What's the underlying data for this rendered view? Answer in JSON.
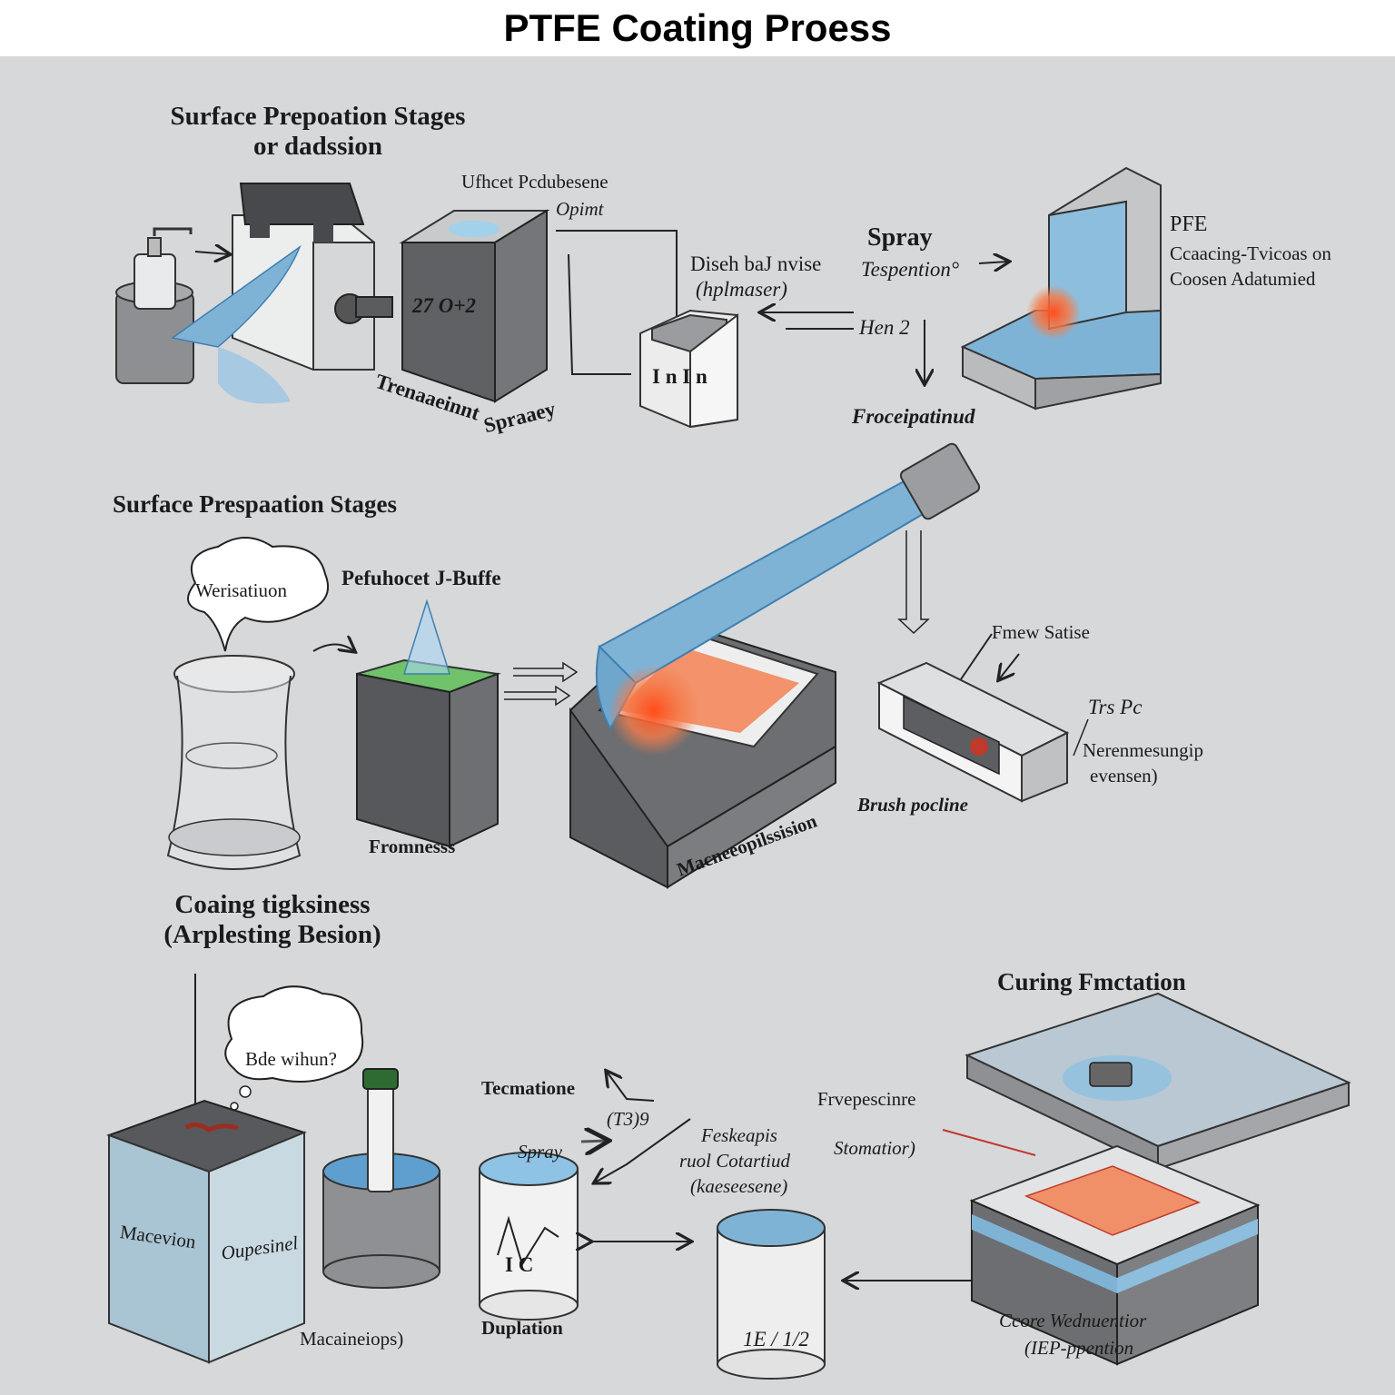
{
  "title": "PTFE Coating Proess",
  "colors": {
    "background": "#d7d8da",
    "block_dark": "#5f6164",
    "block_light": "#eeeeef",
    "coating_blue": "#7fb3d6",
    "heat_orange": "#f05a2a",
    "green_film": "#6fc26a"
  },
  "section1": {
    "heading_line1": "Surface Prepoation Stages",
    "heading_line2": "or dadssion",
    "box_label": "Ufhcet Pcdubesene",
    "box_label2": "Opimt",
    "block_text": "27 O+2",
    "label_trenaaeinnt": "Trenaaeinnt",
    "label_spraay": "Spraaey",
    "dish_label1": "Diseh baJ nvise",
    "dish_label2": "(hplmaser)",
    "cube_letters": "I  n     I  n",
    "spray_title": "Spray",
    "spray_sub": "Tespention°",
    "hen_label": "Hen 2",
    "froce_label": "Froceipatinud",
    "pfe_title": "PFE",
    "pfe_line1": "Ccaacing-Tvicoas on",
    "pfe_line2": "Coosen Adatumied"
  },
  "section2": {
    "heading": "Surface Prespaation Stages",
    "bubble_text": "Werisatiuon",
    "label_pefuhocet": "Pefuhocet J-Buffe",
    "label_fromnesss": "Fromnesss",
    "label_macro": "Macneeopilssision",
    "label_frenew": "Fmew Satise",
    "label_trs": "Trs Pc",
    "label_neren1": "Nerenmesungip",
    "label_neren2": "evensen)",
    "label_brush": "Brush pocline"
  },
  "section3": {
    "heading_line1": "Coaing tigksiness",
    "heading_line2": "(Arplesting Besion)",
    "bubble_text": "Bde wihun?",
    "block_text_left": "Macevion",
    "block_text_right": "Oupesinel",
    "label_macaine": "Macaineiops)",
    "label_tecmatione": "Tecmatione",
    "label_t39": "(T3)9",
    "label_spray": "Spray",
    "label_feskeapis": "Feskeapis",
    "label_ruol": "ruol Cotartiud",
    "label_kaese": "(kaeseesene)",
    "label_duplation": "Duplation",
    "cyl_letters": "I  C",
    "fraction": "1E / 1/2",
    "curing_title": "Curing Fmctation",
    "label_frvep": "Frvepescinre",
    "label_stomatior": "Stomatior)",
    "label_core1": "Ccore Wednuentior",
    "label_core2": "(IEP-ppention"
  }
}
